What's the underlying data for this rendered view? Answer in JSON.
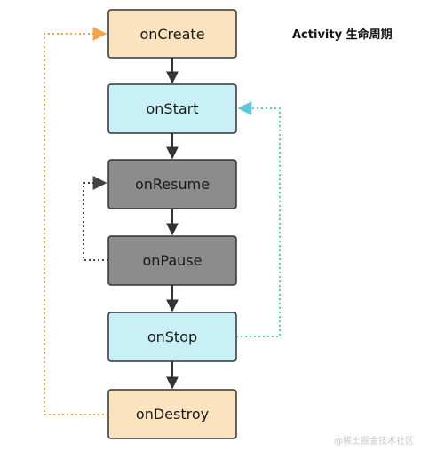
{
  "title": "Activity 生命周期",
  "watermark": "@稀土掘金技术社区",
  "colors": {
    "create_destroy_fill": "#fce3c0",
    "start_stop_fill": "#c8f0f6",
    "resume_pause_fill": "#8c8c8c",
    "box_border": "#333333",
    "arrow": "#333333",
    "orange_loop": "#f2a54a",
    "cyan_loop": "#62c6d8",
    "gray_loop": "#444444"
  },
  "nodes": [
    {
      "id": "oncreate",
      "label": "onCreate",
      "style": "create_destroy_fill"
    },
    {
      "id": "onstart",
      "label": "onStart",
      "style": "start_stop_fill"
    },
    {
      "id": "onresume",
      "label": "onResume",
      "style": "resume_pause_fill"
    },
    {
      "id": "onpause",
      "label": "onPause",
      "style": "resume_pause_fill"
    },
    {
      "id": "onstop",
      "label": "onStop",
      "style": "start_stop_fill"
    },
    {
      "id": "ondestroy",
      "label": "onDestroy",
      "style": "create_destroy_fill"
    }
  ]
}
